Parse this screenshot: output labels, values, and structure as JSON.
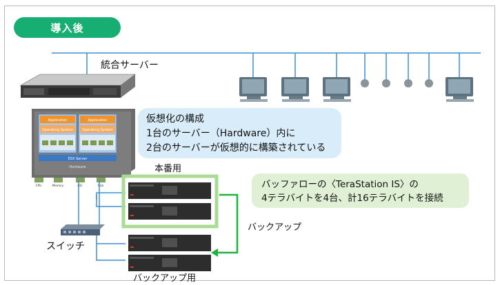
{
  "header": {
    "title": "導入後"
  },
  "labels": {
    "integrated_server": "統合サーバー",
    "production": "本番用",
    "switch": "スイッチ",
    "backup": "バックアップ",
    "backup_units": "バックアップ用"
  },
  "virtualization_callout": {
    "line1": "仮想化の構成",
    "line2": "1台のサーバー（Hardware）内に",
    "line3": "2台のサーバーが仮想的に構築されている"
  },
  "storage_callout": {
    "line1": "バッファローの〈TeraStation IS〉の",
    "line2": "4テラバイトを4台、計16テラバイトを接続"
  },
  "vm_diagram": {
    "application": "Application",
    "operating_system": "Operating System",
    "esx_server": "ESX Server",
    "hardware": "Hardware",
    "components": [
      "CPU",
      "Memory",
      "NIC",
      "Disk"
    ]
  },
  "colors": {
    "badge": "#16ae72",
    "network_line": "#3d8fd1",
    "blue_callout": "#d9ecfa",
    "green_callout": "#dff0d4",
    "green_border": "#a9db94",
    "arrow": "#1fb13d",
    "app_orange": "#f2922b",
    "os_orange": "#f4a95c"
  },
  "icons": [
    "server-icon",
    "monitor-icon",
    "switch-icon",
    "nas-unit-icon",
    "network-node-icon"
  ]
}
